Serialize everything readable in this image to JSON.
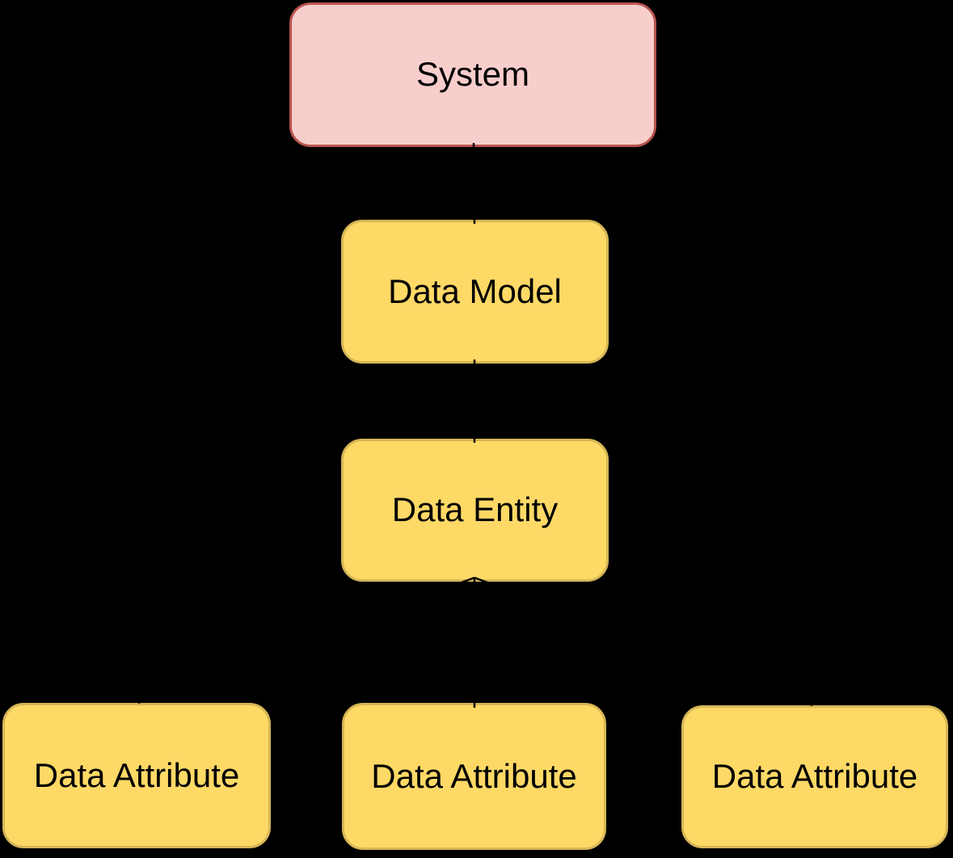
{
  "diagram": {
    "type": "hierarchy",
    "background_color": "#000000",
    "colors": {
      "system_fill": "#F8CECC",
      "system_stroke": "#B85450",
      "yellow_fill": "#FFD966",
      "yellow_stroke": "#D6B656",
      "connector": "#000000",
      "label_text": "#000000"
    },
    "nodes": {
      "system": {
        "label": "System",
        "color_role": "pink"
      },
      "data_model": {
        "label": "Data Model",
        "color_role": "yellow"
      },
      "data_entity": {
        "label": "Data Entity",
        "color_role": "yellow"
      },
      "attr_left": {
        "label": "Data Attribute",
        "color_role": "yellow"
      },
      "attr_middle": {
        "label": "Data Attribute",
        "color_role": "yellow"
      },
      "attr_right": {
        "label": "Data Attribute",
        "color_role": "yellow"
      }
    },
    "edges": [
      {
        "from": "system",
        "to": "data_model"
      },
      {
        "from": "data_model",
        "to": "data_entity"
      },
      {
        "from": "data_entity",
        "to": "attr_left"
      },
      {
        "from": "data_entity",
        "to": "attr_middle"
      },
      {
        "from": "data_entity",
        "to": "attr_right"
      }
    ]
  }
}
